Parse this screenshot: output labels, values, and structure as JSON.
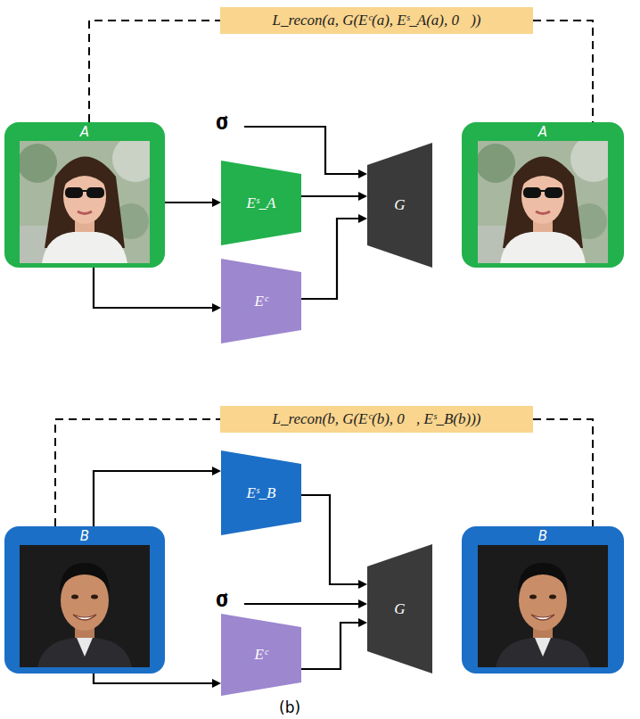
{
  "diagram": {
    "caption": "(b)",
    "nodes": [
      {
        "text": [
          "L_recon(a, G(Eᶜ(a), Eˢ_A(a), 0⃗))"
        ]
      },
      {
        "text": [
          "A"
        ]
      },
      {
        "text": [
          "Eˢ_A"
        ]
      },
      {
        "text": [
          "Eᶜ"
        ]
      },
      {
        "text": [
          "G"
        ]
      },
      {
        "text": [
          "A"
        ]
      },
      {
        "text": [
          "L_recon(b, G(Eᶜ(b), 0⃗, Eˢ_B(b)))"
        ]
      },
      {
        "text": [
          "B"
        ]
      },
      {
        "text": [
          "Eˢ_B"
        ]
      },
      {
        "text": [
          "Eᶜ"
        ]
      },
      {
        "text": [
          "G"
        ]
      },
      {
        "text": [
          "B"
        ]
      }
    ],
    "edges": [
      {
        "from": 1,
        "to": 0,
        "arrow": "none"
      },
      {
        "from": 0,
        "to": 5,
        "arrow": "none"
      },
      {
        "from": 1,
        "to": 2,
        "arrow": "to"
      },
      {
        "from": 1,
        "to": 3,
        "arrow": "to"
      },
      {
        "from": 2,
        "to": 4,
        "arrow": "to"
      },
      {
        "from": 3,
        "to": 4,
        "arrow": "to"
      },
      {
        "from": 7,
        "to": 6,
        "arrow": "none"
      },
      {
        "from": 6,
        "to": 11,
        "arrow": "none"
      },
      {
        "from": 7,
        "to": 8,
        "arrow": "to"
      },
      {
        "from": 7,
        "to": 9,
        "arrow": "to"
      },
      {
        "from": 8,
        "to": 10,
        "arrow": "to"
      },
      {
        "from": 9,
        "to": 10,
        "arrow": "to"
      }
    ],
    "labels": [
      "0⃗",
      "0⃗"
    ]
  }
}
